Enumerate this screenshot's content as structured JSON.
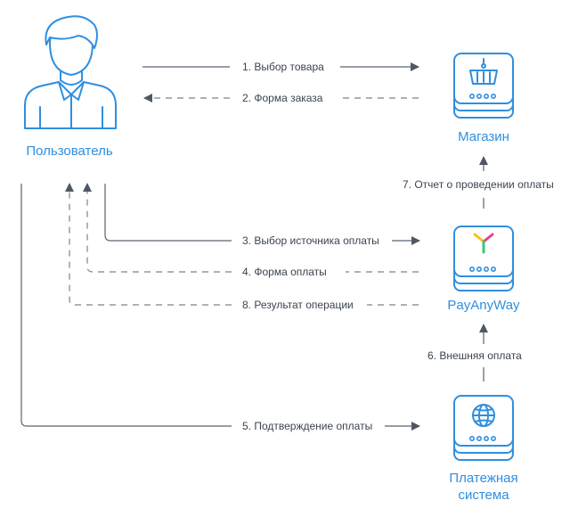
{
  "nodes": {
    "user": "Пользователь",
    "shop": "Магазин",
    "gateway": "PayAnyWay",
    "payment_system_line1": "Платежная",
    "payment_system_line2": "система"
  },
  "steps": {
    "s1": "1.  Выбор товара",
    "s2": "2.  Форма заказа",
    "s3": "3.  Выбор источника оплаты",
    "s4": "4.  Форма оплаты",
    "s5": "5.  Подтверждение оплаты",
    "s6": "6.  Внешняя оплата",
    "s7": "7.  Отчет о проведении оплаты",
    "s8": "8.  Результат операции"
  },
  "colors": {
    "accent": "#2f8fe0",
    "line": "#5a6270",
    "logo_yellow": "#f5c518",
    "logo_pink": "#e83e8c",
    "logo_green": "#3cc47c"
  },
  "icons": {
    "user": "user-icon",
    "shop": "shopping-basket-icon",
    "gateway": "payanyway-logo-icon",
    "payment_system": "globe-icon"
  }
}
